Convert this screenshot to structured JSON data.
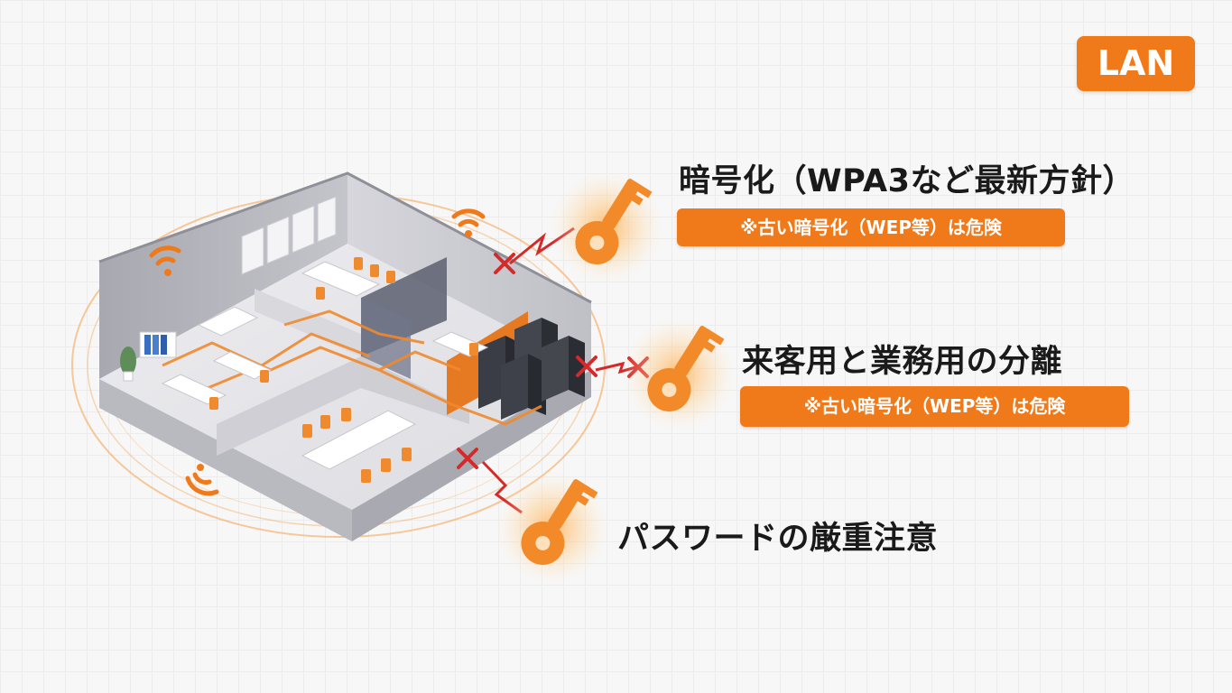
{
  "badge": {
    "label": "LAN"
  },
  "features": [
    {
      "title": "暗号化（WPA3など最新方針）",
      "note": "※古い暗号化（WEP等）は危険"
    },
    {
      "title": "来客用と業務用の分離",
      "note": "※古い暗号化（WEP等）は危険"
    },
    {
      "title": "パスワードの厳重注意"
    }
  ],
  "icons": {
    "key": "key-icon",
    "wifi": "wifi-signal-icon",
    "blocked": "cross-mark-icon",
    "attack": "lightning-bolt-icon",
    "server": "server-rack-icon"
  },
  "colors": {
    "accent": "#f07a1a",
    "key": "#f38a2a",
    "cross": "#d42a2a",
    "text": "#1a1a1a",
    "background": "#f7f7f7"
  }
}
